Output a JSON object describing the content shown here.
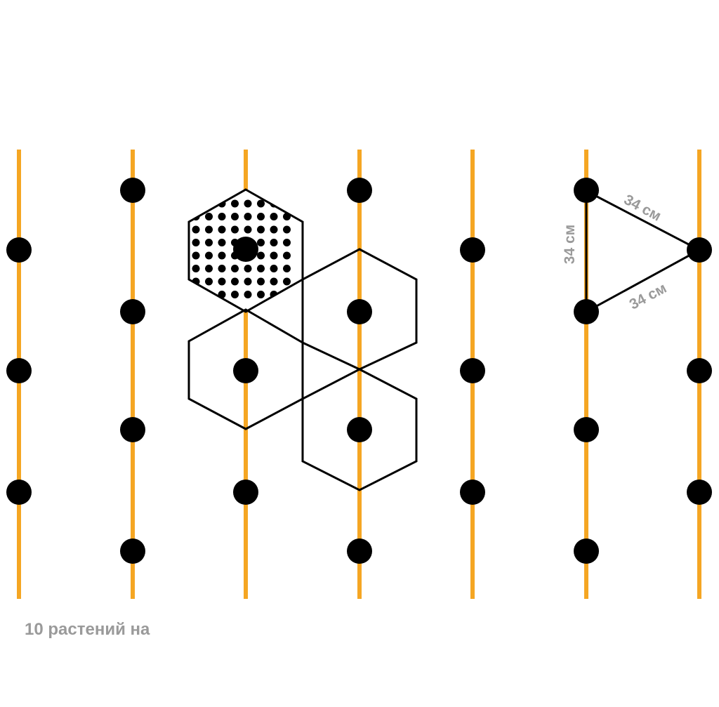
{
  "colors": {
    "row_line": "#F5A623",
    "plant": "#000000",
    "outline": "#000000",
    "label": "#9A9A9A",
    "background": "#FFFFFF"
  },
  "rows": {
    "count": 7
  },
  "triangle": {
    "side_top": "34 см",
    "side_left": "34 см",
    "side_bottom": "34 см"
  },
  "caption": "10 растений на"
}
